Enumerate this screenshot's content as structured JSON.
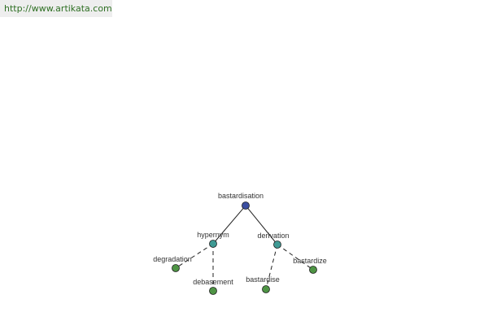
{
  "source_url": "http://www.artikata.com",
  "graph": {
    "nodes": [
      {
        "id": "root",
        "label": "bastardisation",
        "kind": "root",
        "color": "#3b4ea0"
      },
      {
        "id": "hypernym",
        "label": "hypernym",
        "kind": "relation",
        "color": "#3f9a94"
      },
      {
        "id": "derivation",
        "label": "derivation",
        "kind": "relation",
        "color": "#3f9a94"
      },
      {
        "id": "degradation",
        "label": "degradation",
        "kind": "term",
        "color": "#4e9444"
      },
      {
        "id": "debasement",
        "label": "debasement",
        "kind": "term",
        "color": "#4e9444"
      },
      {
        "id": "bastardise",
        "label": "bastardise",
        "kind": "term",
        "color": "#4e9444"
      },
      {
        "id": "bastardize",
        "label": "bastardize",
        "kind": "term",
        "color": "#4e9444"
      }
    ],
    "edges": [
      {
        "from": "root",
        "to": "hypernym",
        "style": "solid"
      },
      {
        "from": "root",
        "to": "derivation",
        "style": "solid"
      },
      {
        "from": "hypernym",
        "to": "degradation",
        "style": "dashed"
      },
      {
        "from": "hypernym",
        "to": "debasement",
        "style": "dashed"
      },
      {
        "from": "derivation",
        "to": "bastardise",
        "style": "dashed"
      },
      {
        "from": "derivation",
        "to": "bastardize",
        "style": "dashed"
      }
    ]
  }
}
